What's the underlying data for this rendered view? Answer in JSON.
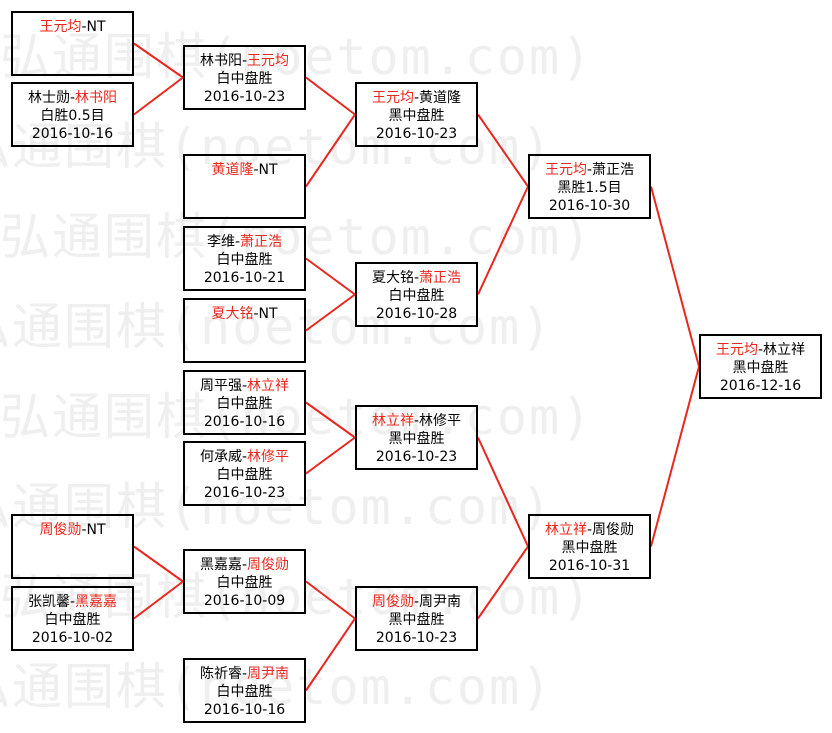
{
  "watermark": "弘通围棋(noetom.com)",
  "colors": {
    "line": "#e8281e",
    "winner": "#e8281e",
    "box_border": "#000000",
    "text": "#000000"
  },
  "matches": [
    {
      "id": "r1a",
      "p1": "王元均",
      "sep": "-",
      "p2": "NT",
      "winner": 1,
      "result": "",
      "date": ""
    },
    {
      "id": "r1b",
      "p1": "林士勋",
      "sep": "-",
      "p2": "林书阳",
      "winner": 2,
      "result": "白胜0.5目",
      "date": "2016-10-16"
    },
    {
      "id": "r1c",
      "p1": "黄道隆",
      "sep": "-",
      "p2": "NT",
      "winner": 1,
      "result": "",
      "date": ""
    },
    {
      "id": "r1d",
      "p1": "李维",
      "sep": "-",
      "p2": "萧正浩",
      "winner": 2,
      "result": "白中盘胜",
      "date": "2016-10-21"
    },
    {
      "id": "r1e",
      "p1": "夏大铭",
      "sep": "-",
      "p2": "NT",
      "winner": 1,
      "result": "",
      "date": ""
    },
    {
      "id": "r1f",
      "p1": "周平强",
      "sep": "-",
      "p2": "林立祥",
      "winner": 2,
      "result": "白中盘胜",
      "date": "2016-10-16"
    },
    {
      "id": "r1g",
      "p1": "何承威",
      "sep": "-",
      "p2": "林修平",
      "winner": 2,
      "result": "白中盘胜",
      "date": "2016-10-23"
    },
    {
      "id": "r1h",
      "p1": "周俊勋",
      "sep": "-",
      "p2": "NT",
      "winner": 1,
      "result": "",
      "date": ""
    },
    {
      "id": "r1i",
      "p1": "张凯馨",
      "sep": "-",
      "p2": "黑嘉嘉",
      "winner": 2,
      "result": "白中盘胜",
      "date": "2016-10-02"
    },
    {
      "id": "r1j",
      "p1": "陈祈睿",
      "sep": "-",
      "p2": "周尹南",
      "winner": 2,
      "result": "白中盘胜",
      "date": "2016-10-16"
    },
    {
      "id": "r2a",
      "p1": "林书阳",
      "sep": "-",
      "p2": "王元均",
      "winner": 2,
      "result": "白中盘胜",
      "date": "2016-10-23"
    },
    {
      "id": "r2b",
      "p1": "黑嘉嘉",
      "sep": "-",
      "p2": "周俊勋",
      "winner": 2,
      "result": "白中盘胜",
      "date": "2016-10-09"
    },
    {
      "id": "r3a",
      "p1": "王元均",
      "sep": "-",
      "p2": "黄道隆",
      "winner": 1,
      "result": "黑中盘胜",
      "date": "2016-10-23"
    },
    {
      "id": "r3b",
      "p1": "夏大铭",
      "sep": "-",
      "p2": "萧正浩",
      "winner": 2,
      "result": "白中盘胜",
      "date": "2016-10-28"
    },
    {
      "id": "r3c",
      "p1": "林立祥",
      "sep": "-",
      "p2": "林修平",
      "winner": 1,
      "result": "黑中盘胜",
      "date": "2016-10-23"
    },
    {
      "id": "r3d",
      "p1": "周俊勋",
      "sep": "-",
      "p2": "周尹南",
      "winner": 1,
      "result": "黑中盘胜",
      "date": "2016-10-23"
    },
    {
      "id": "r4a",
      "p1": "王元均",
      "sep": "-",
      "p2": "萧正浩",
      "winner": 1,
      "result": "黑胜1.5目",
      "date": "2016-10-30"
    },
    {
      "id": "r4b",
      "p1": "林立祥",
      "sep": "-",
      "p2": "周俊勋",
      "winner": 1,
      "result": "黑中盘胜",
      "date": "2016-10-31"
    },
    {
      "id": "final",
      "p1": "王元均",
      "sep": "-",
      "p2": "林立祥",
      "winner": 1,
      "result": "黑中盘胜",
      "date": "2016-12-16"
    }
  ]
}
